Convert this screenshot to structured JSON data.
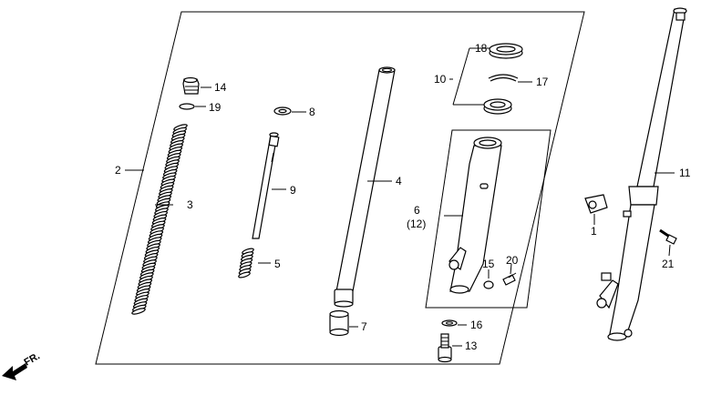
{
  "diagram": {
    "direction_label": "FR.",
    "callouts": {
      "c1": "1",
      "c2": "2",
      "c3": "3",
      "c4": "4",
      "c5": "5",
      "c6": "6",
      "c6b": "(12)",
      "c7": "7",
      "c8": "8",
      "c9": "9",
      "c10": "10",
      "c11": "11",
      "c13": "13",
      "c14": "14",
      "c15": "15",
      "c16": "16",
      "c17": "17",
      "c18": "18",
      "c19": "19",
      "c20": "20",
      "c21": "21"
    }
  }
}
